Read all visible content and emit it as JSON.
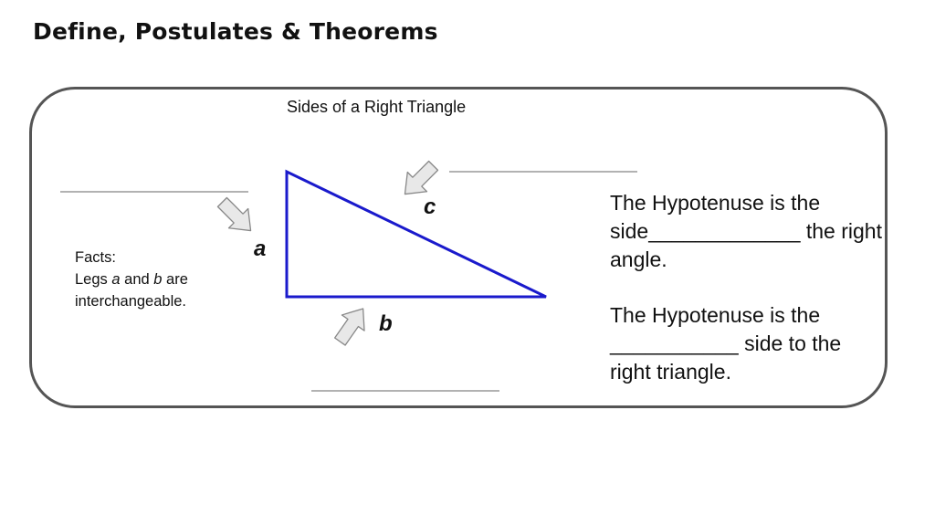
{
  "slide": {
    "title": "Define, Postulates & Theorems"
  },
  "diagram": {
    "title": "Sides of a Right Triangle",
    "labels": {
      "a": "a",
      "b": "b",
      "c": "c"
    },
    "colors": {
      "triangle": "#1a1acc",
      "arrow_fill": "#e8e8e8",
      "arrow_stroke": "#888888",
      "frame": "#555555"
    }
  },
  "facts": {
    "heading": "Facts:",
    "line1_prefix": "Legs ",
    "var_a": "a",
    "line1_mid": " and ",
    "var_b": "b",
    "line1_suffix": " are",
    "line2": "interchangeable."
  },
  "statements": {
    "first": "The Hypotenuse is the side_____________ the right angle.",
    "second": "The Hypotenuse is the ___________ side to the right triangle."
  }
}
